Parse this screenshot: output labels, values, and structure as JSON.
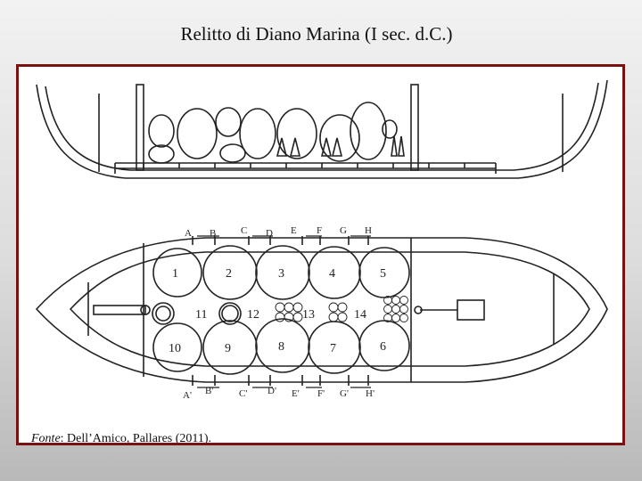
{
  "title": "Relitto di Diano Marina (I sec. d.C.)",
  "caption": {
    "label": "Fonte",
    "text": ": Dell’Amico, Pallares (2011)."
  },
  "plan": {
    "dolia_numbers": [
      "1",
      "2",
      "3",
      "4",
      "5",
      "11",
      "12",
      "13",
      "14",
      "10",
      "9",
      "8",
      "7",
      "6"
    ],
    "section_labels_top": [
      "A",
      "B",
      "C",
      "D",
      "E",
      "F",
      "G",
      "H"
    ],
    "section_labels_bottom": [
      "A'",
      "B'",
      "C'",
      "D'",
      "E'",
      "F'",
      "G'",
      "H'"
    ]
  },
  "colors": {
    "frame_border": "#7a1212",
    "ink": "#222222"
  }
}
